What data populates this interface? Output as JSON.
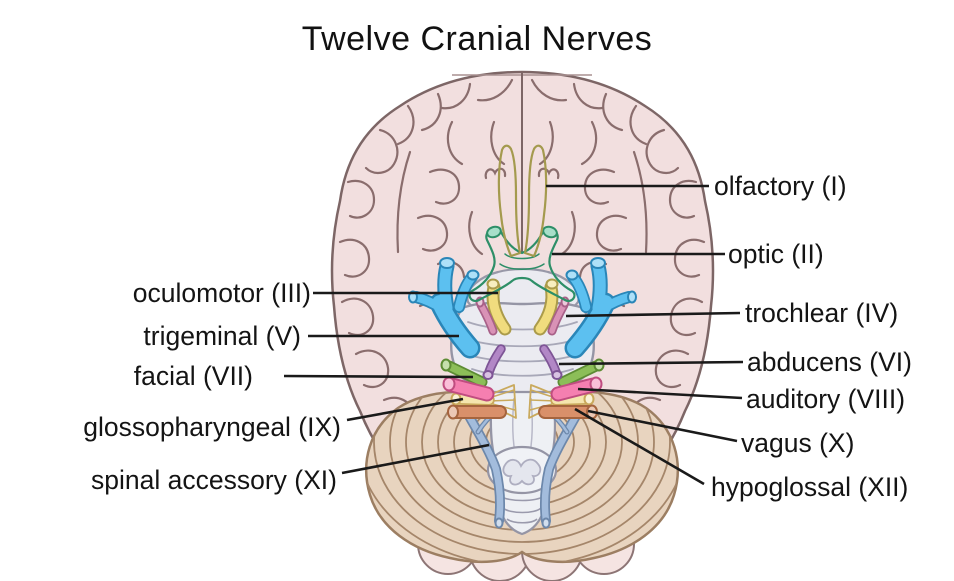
{
  "title": "Twelve Cranial Nerves",
  "view": "inferior view of brain with cerebellum and brainstem",
  "anatomy_colors": {
    "cerebrum": "#f2dfdf",
    "cerebrum_outline": "#7d6666",
    "cerebellum": "#e8d4bf",
    "cerebellum_outline": "#9c7e62",
    "brainstem": "#ebebf1",
    "brainstem_outline": "#9595a5",
    "background": "#ffffff"
  },
  "nerves": [
    {
      "id": "olfactory",
      "name": "olfactory",
      "numeral": "I",
      "label": "olfactory (I)",
      "side": "right",
      "color": "#d9d385",
      "outline": "#a49a4e"
    },
    {
      "id": "optic",
      "name": "optic",
      "numeral": "II",
      "label": "optic (II)",
      "side": "right",
      "color": "#4fbf92",
      "outline": "#2e8f68"
    },
    {
      "id": "oculomotor",
      "name": "oculomotor",
      "numeral": "III",
      "label": "oculomotor (III)",
      "side": "left",
      "color": "#f0dc7e",
      "outline": "#ab9b4a"
    },
    {
      "id": "trochlear",
      "name": "trochlear",
      "numeral": "IV",
      "label": "trochlear (IV)",
      "side": "right",
      "color": "#d992b6",
      "outline": "#a86088"
    },
    {
      "id": "trigeminal",
      "name": "trigeminal",
      "numeral": "V",
      "label": "trigeminal (V)",
      "side": "left",
      "color": "#5cc0f0",
      "outline": "#2a86b8"
    },
    {
      "id": "abducens",
      "name": "abducens",
      "numeral": "VI",
      "label": "abducens (VI)",
      "side": "right",
      "color": "#b287c6",
      "outline": "#7e5596"
    },
    {
      "id": "facial",
      "name": "facial",
      "numeral": "VII",
      "label": "facial (VII)",
      "side": "left",
      "color": "#8cbe58",
      "outline": "#5d8c34"
    },
    {
      "id": "auditory",
      "name": "auditory",
      "numeral": "VIII",
      "label": "auditory (VIII)",
      "side": "right",
      "color": "#f57fb0",
      "outline": "#c04d80"
    },
    {
      "id": "glossopharyngeal",
      "name": "glossopharyngeal",
      "numeral": "IX",
      "label": "glossopharyngeal (IX)",
      "side": "left",
      "color": "#f5e5ae",
      "outline": "#c9a95c"
    },
    {
      "id": "vagus",
      "name": "vagus",
      "numeral": "X",
      "label": "vagus (X)",
      "side": "right",
      "color": "#d9906a",
      "outline": "#a5643e"
    },
    {
      "id": "spinal-accessory",
      "name": "spinal accessory",
      "numeral": "XI",
      "label": "spinal accessory (XI)",
      "side": "left",
      "color": "#a3bcdc",
      "outline": "#6d88ab"
    },
    {
      "id": "hypoglossal",
      "name": "hypoglossal",
      "numeral": "XII",
      "label": "hypoglossal (XII)",
      "side": "right",
      "color": "#f5e5ae",
      "outline": "#c9a95c"
    }
  ]
}
